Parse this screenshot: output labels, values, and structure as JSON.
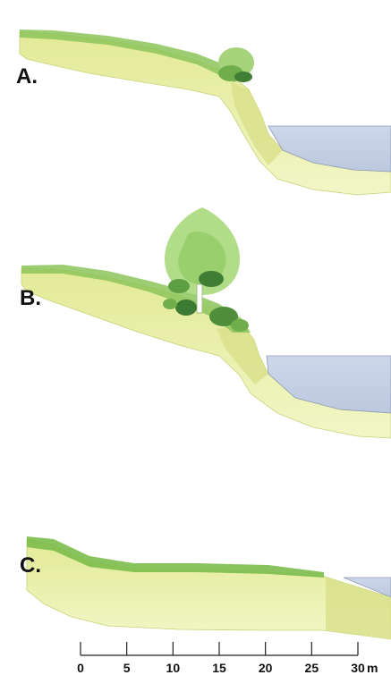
{
  "colors": {
    "soil_light": "#eef3b8",
    "soil_mid": "#e4ec98",
    "soil_dark": "#d6e084",
    "grass": "#7fbf4f",
    "grass_dark": "#3f8a2e",
    "water": "#c9d3e6",
    "water_edge": "#9aa6be",
    "tree_light": "#b7e08f",
    "tree_mid": "#7ec257",
    "tree_dark": "#3b7a33"
  },
  "panels": [
    {
      "id": "A",
      "label": "A."
    },
    {
      "id": "B",
      "label": "B."
    },
    {
      "id": "C",
      "label": "C."
    }
  ],
  "scale_bar": {
    "ticks": [
      "0",
      "5",
      "10",
      "15",
      "20",
      "25",
      "30"
    ],
    "unit": "m"
  }
}
